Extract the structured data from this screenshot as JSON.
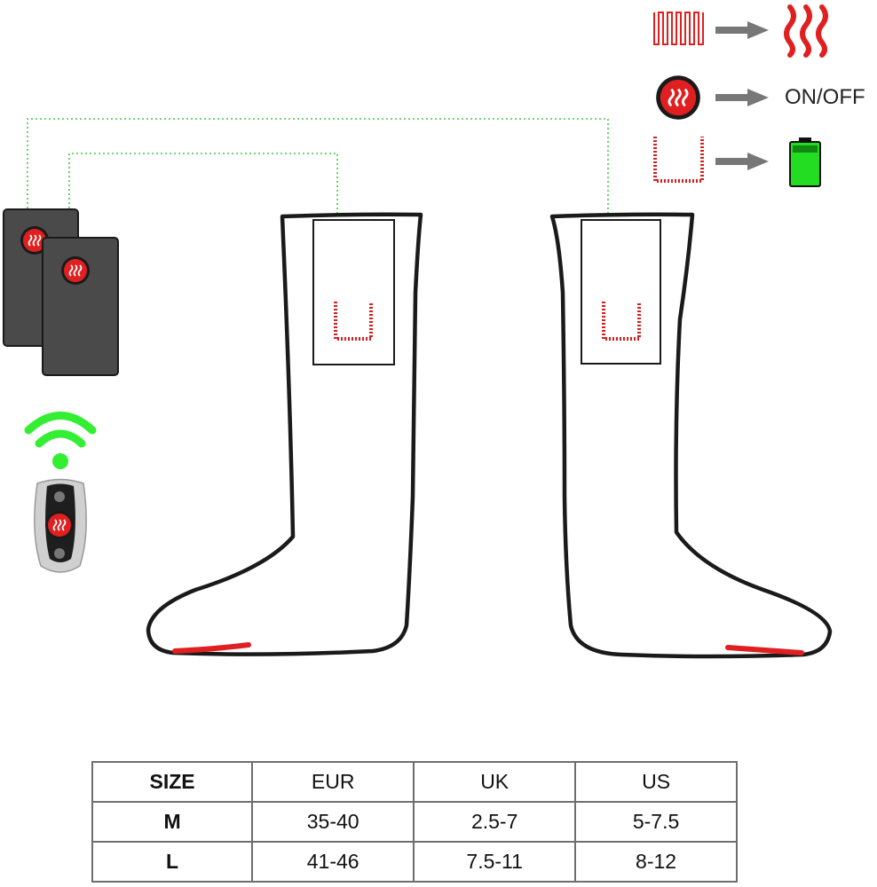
{
  "legend": {
    "onoff_label": "ON/OFF"
  },
  "colors": {
    "heating_red": "#e02020",
    "battery_green": "#22dd22",
    "wifi_green": "#33ee33",
    "outline": "#1a1a1a",
    "arrow_gray": "#777777",
    "battery_pack": "#4a4a4a"
  },
  "icons": [
    "heating-element-icon",
    "heat-waves-icon",
    "heat-button-icon",
    "power-icon",
    "battery-icon",
    "wifi-icon",
    "remote-control-icon",
    "battery-pack-icon",
    "sock-icon"
  ],
  "size_table": {
    "headers": [
      "SIZE",
      "EUR",
      "UK",
      "US"
    ],
    "rows": [
      [
        "M",
        "35-40",
        "2.5-7",
        "5-7.5"
      ],
      [
        "L",
        "41-46",
        "7.5-11",
        "8-12"
      ]
    ]
  }
}
